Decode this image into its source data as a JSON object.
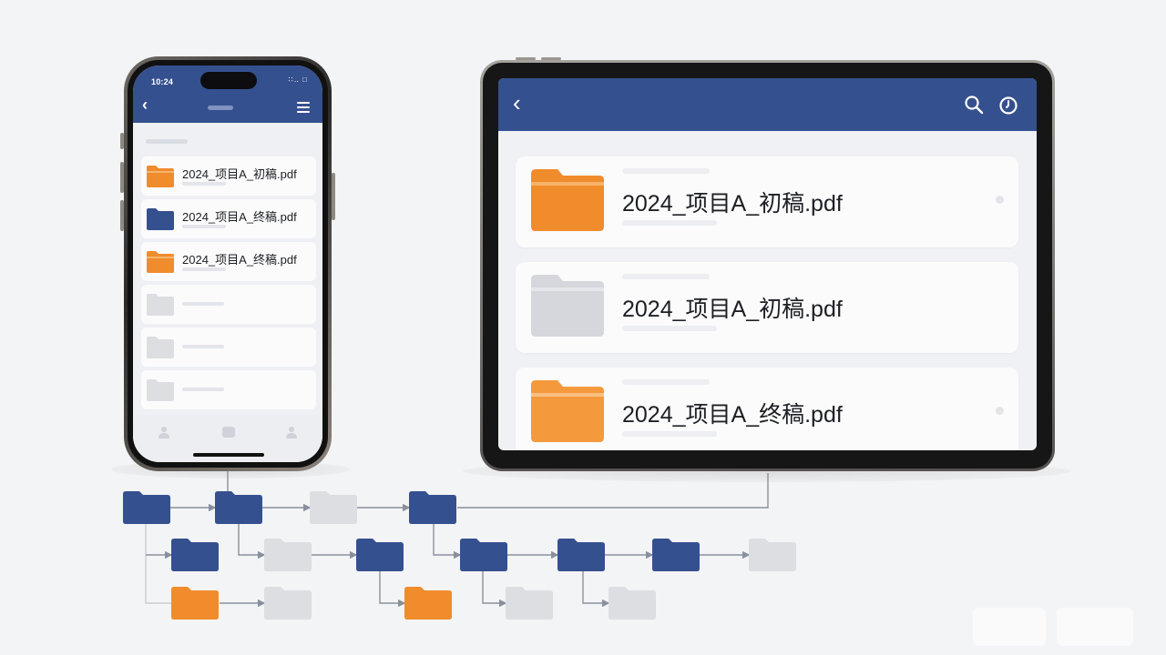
{
  "phone": {
    "status_time": "10:24",
    "status_icons": "∷‥ □",
    "back_glyph": "‹",
    "files": [
      {
        "name": "2024_项目A_初稿.pdf",
        "color": "#f08c2c"
      },
      {
        "name": "2024_项目A_终稿.pdf",
        "color": "#35508f"
      },
      {
        "name": "2024_项目A_终稿.pdf",
        "color": "#f08c2c"
      }
    ],
    "tabs": [
      "person-icon",
      "folder-icon",
      "profile-icon"
    ]
  },
  "tablet": {
    "back_glyph": "‹",
    "files": [
      {
        "name": "2024_项目A_初稿.pdf",
        "color": "#f08c2c"
      },
      {
        "name": "2024_项目A_初稿.pdf",
        "color": "#d5d7dc"
      },
      {
        "name": "2024_项目A_终稿.pdf",
        "color": "#f59a3c"
      }
    ]
  },
  "colors": {
    "header": "#35508f",
    "folder_blue": "#35508f",
    "folder_orange": "#f08c2c",
    "folder_gray": "#dcdee2",
    "connector": "#8a909b"
  }
}
